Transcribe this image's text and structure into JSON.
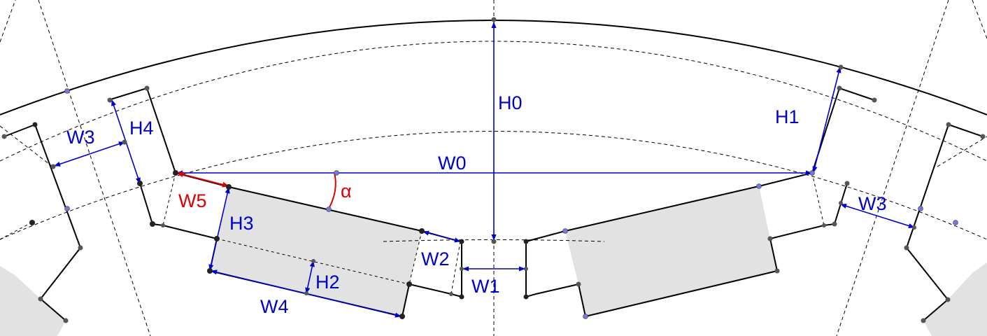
{
  "labels": {
    "h0": "H0",
    "h1": "H1",
    "h2": "H2",
    "h3": "H3",
    "h4": "H4",
    "w0": "W0",
    "w1": "W1",
    "w2": "W2",
    "w3_left": "W3",
    "w3_right": "W3",
    "w4": "W4",
    "w5": "W5",
    "alpha": "α"
  },
  "colors": {
    "dimension": "#0000cc",
    "highlight": "#dd0000",
    "winding_fill": "#e2e2e2",
    "outline": "#000000"
  }
}
